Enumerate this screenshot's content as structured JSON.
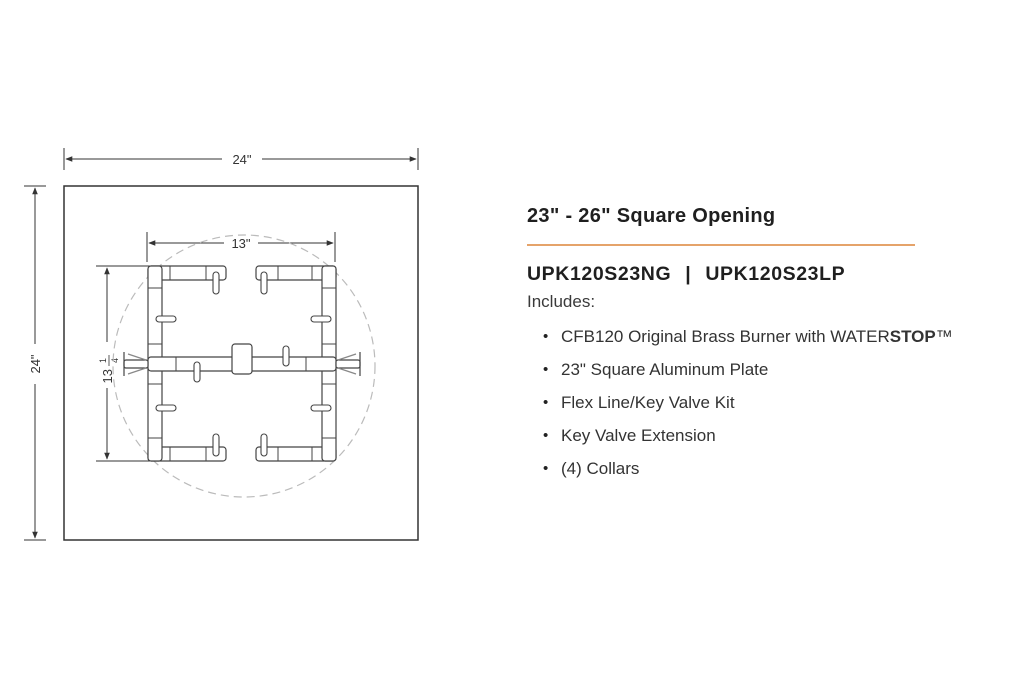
{
  "diagram": {
    "outer_width_label": "24\"",
    "outer_height_label": "24\"",
    "inner_width_label": "13\"",
    "inner_height_label_whole": "13",
    "inner_height_label_fraction": "1/4",
    "inner_height_numerator": "1",
    "inner_height_denominator": "4"
  },
  "product": {
    "heading": "23\" - 26\" Square Opening",
    "model_ng": "UPK120S23NG",
    "separator": "|",
    "model_lp": "UPK120S23LP",
    "includes_label": "Includes:",
    "items": [
      {
        "text": "CFB120 Original Brass Burner with WATER",
        "suffix_bold": "STOP",
        "suffix": "™"
      },
      {
        "text": "23\" Square Aluminum Plate"
      },
      {
        "text": "Flex Line/Key Valve Kit"
      },
      {
        "text": "Key Valve Extension"
      },
      {
        "text": "(4) Collars"
      }
    ]
  },
  "colors": {
    "accent_rule": "#e5a36a",
    "line": "#333333"
  }
}
